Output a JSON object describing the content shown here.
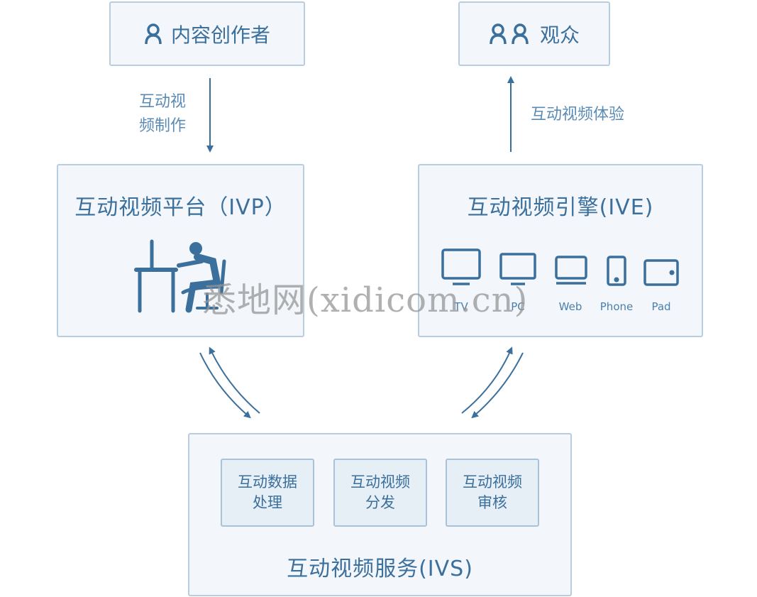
{
  "nodes": {
    "creator": "内容创作者",
    "audience": "观众",
    "ivp": "互动视频平台（IVP）",
    "ive": "互动视频引擎(IVE)",
    "ivs": "互动视频服务(IVS)"
  },
  "edges": {
    "production": "互动视\n频制作",
    "experience": "互动视频体验"
  },
  "devices": [
    "TV",
    "PC",
    "Web",
    "Phone",
    "Pad"
  ],
  "ivs_components": [
    "互动数据\n处理",
    "互动视频\n分发",
    "互动视频\n审核"
  ],
  "watermark": "悉地网(xidicom.cn)",
  "colors": {
    "border": "#b9cde0",
    "fill": "#f3f7fb",
    "accent": "#3b6f9c"
  }
}
